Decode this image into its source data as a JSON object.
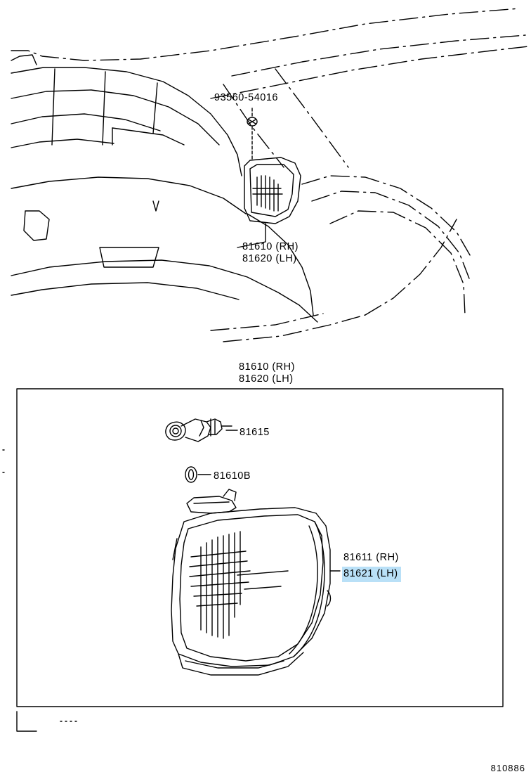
{
  "diagram": {
    "title_code": "810886",
    "top_view": {
      "fastener_label": "93560-54016",
      "lamp_labels": [
        "81610 (RH)",
        "81620 (LH)"
      ]
    },
    "detail_box": {
      "heading": [
        "81610 (RH)",
        "81620 (LH)"
      ],
      "parts": [
        {
          "code": "81615",
          "name": "socket-bulb-assembly"
        },
        {
          "code": "81610B",
          "name": "seal-gasket"
        }
      ],
      "lens_labels": [
        {
          "text": "81611 (RH)",
          "highlighted": false
        },
        {
          "text": "81621 (LH)",
          "highlighted": true
        }
      ]
    }
  }
}
